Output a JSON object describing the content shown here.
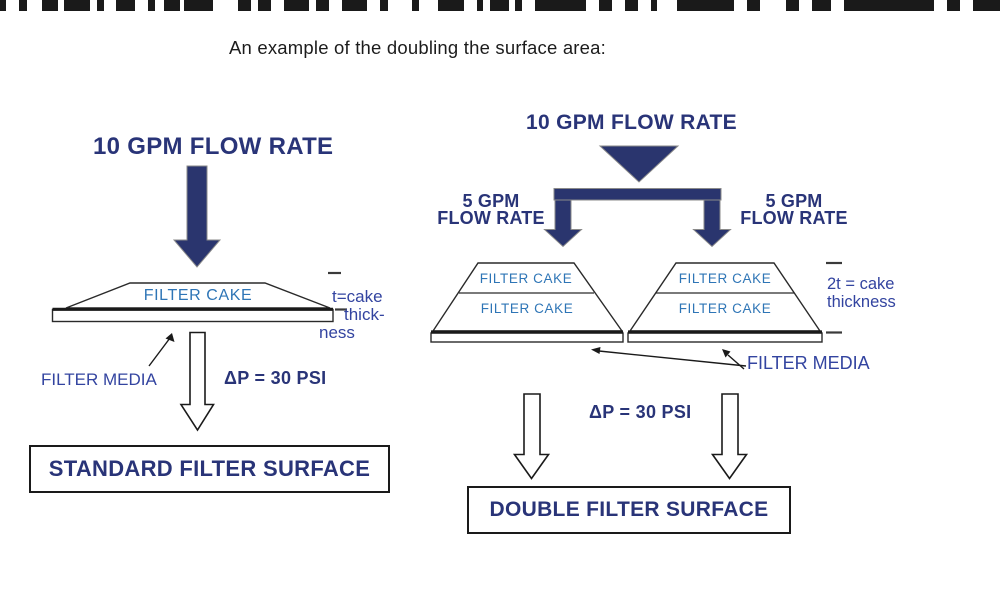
{
  "colors": {
    "navy_fill": "#2a356e",
    "navy_text": "#293478",
    "steel_blue": "#2e75b6",
    "royal_blue": "#3344a0",
    "ink": "#1a1a1a"
  },
  "title": {
    "text": "An example of the doubling the surface area:"
  },
  "left_diagram": {
    "flow_rate_label": "10 GPM FLOW RATE",
    "filter_cake_label": "FILTER CAKE",
    "thickness_note": {
      "line1": "t=cake",
      "line2": "thick-",
      "line3": "ness"
    },
    "filter_media_label": "FILTER MEDIA",
    "pressure_label": "ΔP = 30 PSI",
    "result_label": "STANDARD FILTER SURFACE"
  },
  "right_diagram": {
    "flow_rate_label": "10 GPM FLOW RATE",
    "left_branch": {
      "line1": "5 GPM",
      "line2": "FLOW RATE"
    },
    "right_branch": {
      "line1": "5 GPM",
      "line2": "FLOW RATE"
    },
    "filter_cake_label": "FILTER CAKE",
    "thickness_note": {
      "line1": "2t = cake",
      "line2": "thickness"
    },
    "filter_media_label": "FILTER MEDIA",
    "pressure_label": "ΔP = 30 PSI",
    "result_label": "DOUBLE FILTER SURFACE"
  },
  "decor": {
    "top_edge_segments": [
      [
        0,
        6
      ],
      [
        19,
        8
      ],
      [
        42,
        16
      ],
      [
        64,
        26
      ],
      [
        97,
        7
      ],
      [
        116,
        19
      ],
      [
        148,
        7
      ],
      [
        164,
        16
      ],
      [
        184,
        29
      ],
      [
        238,
        13
      ],
      [
        258,
        13
      ],
      [
        284,
        25
      ],
      [
        316,
        13
      ],
      [
        342,
        25
      ],
      [
        380,
        8
      ],
      [
        412,
        7
      ],
      [
        438,
        26
      ],
      [
        477,
        6
      ],
      [
        490,
        19
      ],
      [
        515,
        7
      ],
      [
        535,
        51
      ],
      [
        599,
        13
      ],
      [
        625,
        13
      ],
      [
        651,
        6
      ],
      [
        677,
        57
      ],
      [
        747,
        13
      ],
      [
        786,
        13
      ],
      [
        812,
        19
      ],
      [
        844,
        90
      ],
      [
        947,
        13
      ],
      [
        973,
        27
      ]
    ]
  }
}
